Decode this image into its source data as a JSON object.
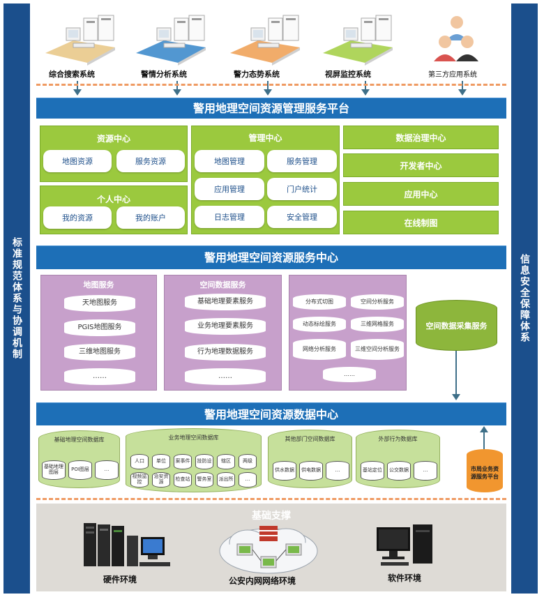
{
  "sidebars": {
    "left": "标准规范体系与协调机制",
    "right": "信息安全保障体系"
  },
  "top_systems": [
    {
      "label": "综合搜索系统",
      "color": "#e9c98a",
      "icon": "workstation-icon"
    },
    {
      "label": "警情分析系统",
      "color": "#3f8ccc",
      "icon": "workstation-icon"
    },
    {
      "label": "警力态势系统",
      "color": "#f0a35a",
      "icon": "workstation-icon"
    },
    {
      "label": "视屏监控系统",
      "color": "#a6d04a",
      "icon": "workstation-icon"
    },
    {
      "label": "第三方应用系统",
      "color": "",
      "icon": "users-icon"
    }
  ],
  "platform": {
    "title": "警用地理空间资源管理服务平台",
    "resource_center": {
      "title": "资源中心",
      "items": [
        "地图资源",
        "服务资源"
      ]
    },
    "personal_center": {
      "title": "个人中心",
      "items": [
        "我的资源",
        "我的账户"
      ]
    },
    "management_center": {
      "title": "管理中心",
      "items": [
        "地图管理",
        "服务管理",
        "应用管理",
        "门户统计",
        "日志管理",
        "安全管理"
      ]
    },
    "right_bars": [
      "数据治理中心",
      "开发者中心",
      "应用中心",
      "在线制图"
    ]
  },
  "service_center": {
    "title": "警用地理空间资源服务中心",
    "map_service": {
      "title": "地图服务",
      "items": [
        "天地图服务",
        "PGIS地图服务",
        "三维地图服务",
        "……"
      ]
    },
    "spatial_data_service": {
      "title": "空间数据服务",
      "items": [
        "基础地理要素服务",
        "业务地理要素服务",
        "行为地理数据服务",
        "……"
      ]
    },
    "analysis_services": [
      "分布式切图",
      "空间分析服务",
      "动态标绘服务",
      "三维网格服务",
      "网络分析服务",
      "三维空间分析服务",
      "……"
    ],
    "collection_service": "空间数据采集服务"
  },
  "data_center": {
    "title": "警用地理空间资源数据中心",
    "groups": [
      {
        "title": "基础地理空间数据库",
        "items": [
          "基础地理图层",
          "POI图层",
          "…"
        ]
      },
      {
        "title": "业务地理空间数据库",
        "items": [
          "人口",
          "单位",
          "案事件",
          "技防设",
          "辖区",
          "两级",
          "视频监控",
          "治安资源",
          "检查站",
          "警务室",
          "派出所",
          "…"
        ]
      },
      {
        "title": "其他部门空间数据库",
        "items": [
          "供水数据",
          "供电数据",
          "…"
        ]
      },
      {
        "title": "外部行为数据库",
        "items": [
          "基站定位",
          "公交数据",
          "…"
        ]
      }
    ],
    "city_db": "市局业务资源服务平台"
  },
  "infrastructure": {
    "title": "基础支撑",
    "items": [
      {
        "label": "硬件环境",
        "icon": "server-rack-icon"
      },
      {
        "label": "公安内网网络环境",
        "icon": "network-cloud-icon"
      },
      {
        "label": "软件环境",
        "icon": "computer-icon"
      }
    ]
  },
  "colors": {
    "sidebar": "#1b4f8c",
    "banner": "#1d6fb7",
    "green_panel": "#9bc93e",
    "purple_panel": "#c7a0cb",
    "db_green": "#c6e09b",
    "city_db": "#f1962f",
    "infra_bg": "#dedbd6"
  }
}
